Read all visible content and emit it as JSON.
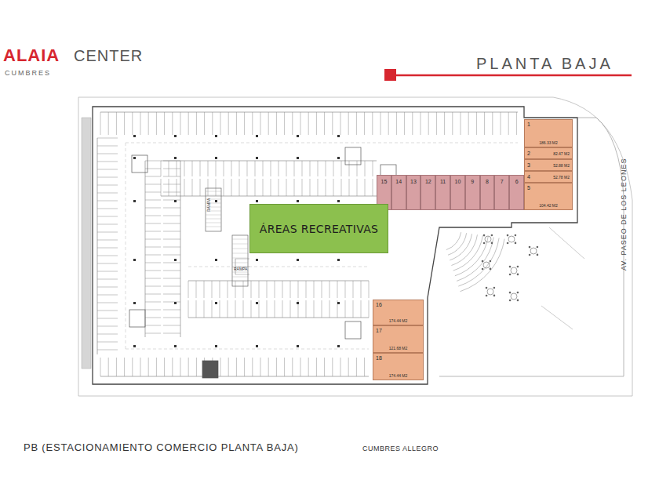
{
  "diagram": {
    "title": "PLANTA BAJA",
    "caption": "PB (ESTACIONAMIENTO COMERCIO PLANTA BAJA)",
    "nodes": [
      {
        "text": [
          "1",
          "186.33 M2"
        ]
      },
      {
        "text": [
          "2",
          "82.47 M2"
        ]
      },
      {
        "text": [
          "3",
          "52.88 M2"
        ]
      },
      {
        "text": [
          "4",
          "52.78 M2"
        ]
      },
      {
        "text": [
          "5",
          "104.42 M2"
        ]
      },
      {
        "text": [
          "15"
        ]
      },
      {
        "text": [
          "14"
        ]
      },
      {
        "text": [
          "13"
        ]
      },
      {
        "text": [
          "12"
        ]
      },
      {
        "text": [
          "11"
        ]
      },
      {
        "text": [
          "10"
        ]
      },
      {
        "text": [
          "9"
        ]
      },
      {
        "text": [
          "8"
        ]
      },
      {
        "text": [
          "7"
        ]
      },
      {
        "text": [
          "6"
        ]
      },
      {
        "text": [
          "ÁREAS RECREATIVAS"
        ]
      },
      {
        "text": [
          "16",
          "174.44 M2"
        ]
      },
      {
        "text": [
          "17",
          "121.68 M2"
        ]
      },
      {
        "text": [
          "18",
          "174.44 M2"
        ]
      }
    ],
    "labels": [
      "ALAIA",
      "CENTER",
      "CUMBRES",
      "RAMPA",
      "RAMPA",
      "AV. PASEO DE LOS LEONES",
      "CUMBRES ALLEGRO"
    ]
  }
}
